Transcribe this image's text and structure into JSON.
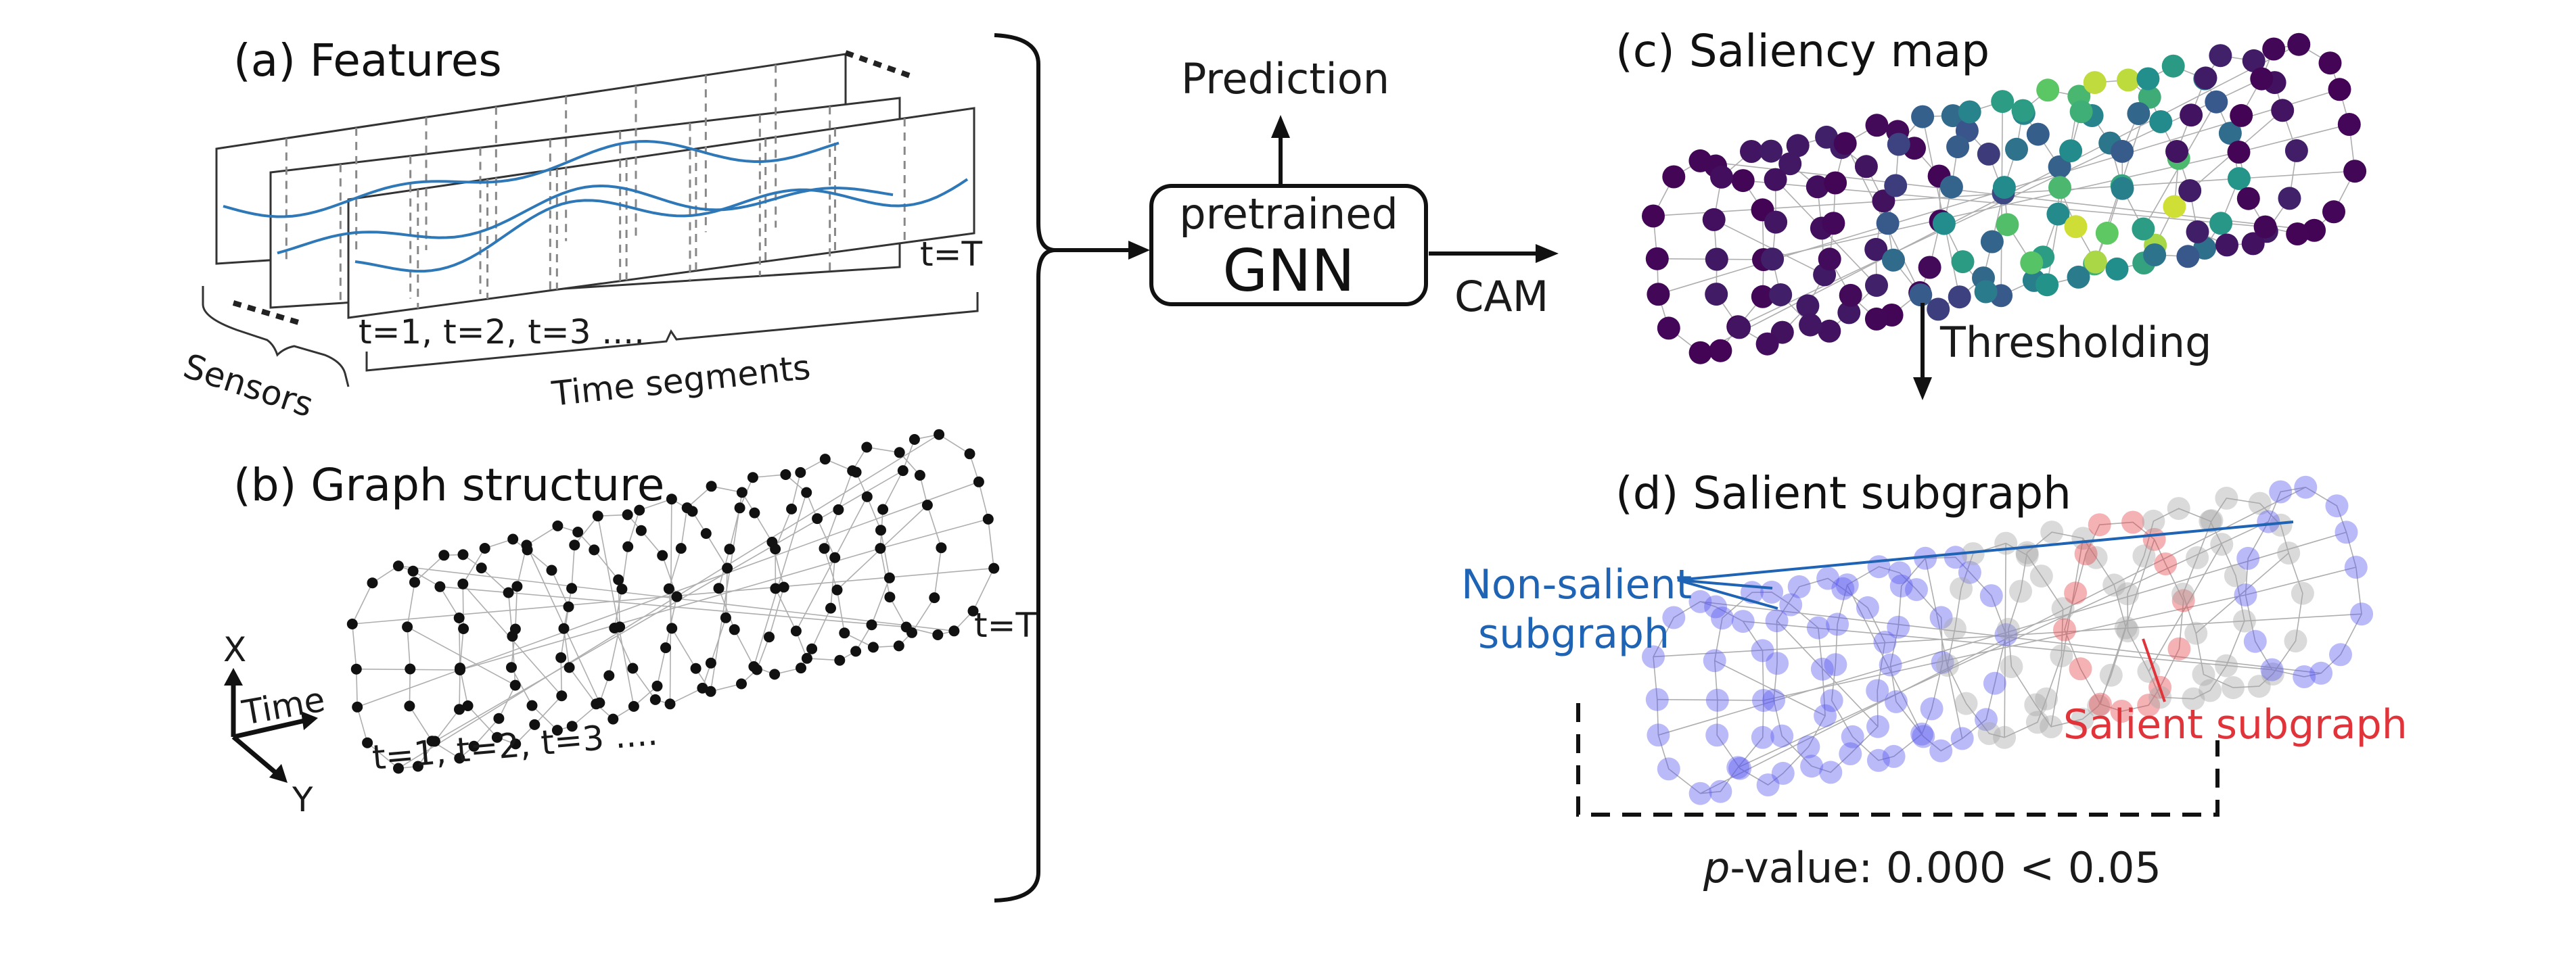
{
  "panels": {
    "features": {
      "title": "(a) Features",
      "sensors": "Sensors",
      "time_segments": "Time segments",
      "t_first": "t=1,  t=2,  t=3 ....",
      "t_last": "t=T"
    },
    "graph": {
      "title": "(b) Graph structure",
      "t_first": "t=1,  t=2,  t=3 ....",
      "t_last": "t=T",
      "axis_x": "X",
      "axis_time": "Time",
      "axis_y": "Y"
    },
    "model": {
      "line1": "pretrained",
      "line2": "GNN",
      "prediction": "Prediction",
      "cam": "CAM"
    },
    "saliency": {
      "title": "(c) Saliency map",
      "thresholding": "Thresholding"
    },
    "subgraph": {
      "title": "(d) Salient subgraph",
      "non_salient_1": "Non-salient",
      "non_salient_2": "subgraph",
      "salient": "Salient subgraph",
      "p_italic": "p",
      "p_rest": "-value: 0.000 < 0.05"
    }
  },
  "colors": {
    "curve": "#2e78b8",
    "non_salient": "#1f64b4",
    "salient": "#e0343a",
    "node_blue": "#5a5af0",
    "node_red": "#e8474e",
    "node_gray": "#a8a8a8",
    "viridis": [
      "#440154",
      "#3b528b",
      "#21918c",
      "#5ec962",
      "#fde725"
    ]
  },
  "saliency_levels": [
    0.02,
    0.08,
    0.1,
    0.03,
    0.35,
    0.55,
    0.75,
    0.95,
    0.55,
    0.1,
    0.02
  ]
}
